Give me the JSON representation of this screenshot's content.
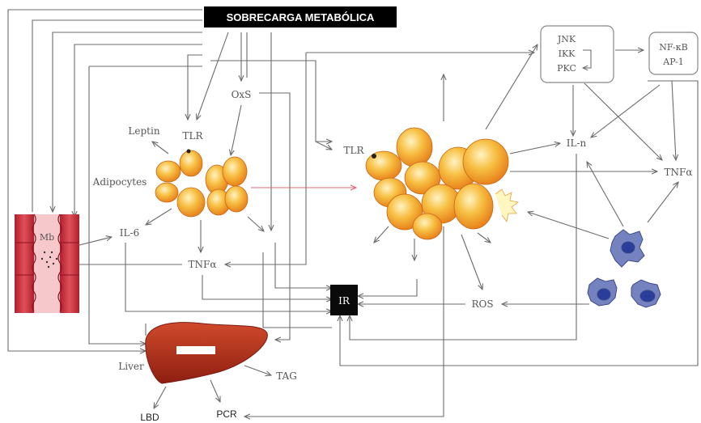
{
  "title": "SOBRECARGA METABÓLICA",
  "nodes": {
    "oxs": "OxS",
    "tlr_left": "TLR",
    "tlr_right": "TLR",
    "leptin": "Leptin",
    "adipocytes": "Adipocytes",
    "il6": "IL-6",
    "tnfa_center": "TNFα",
    "tnfa_right": "TNFα",
    "mb": "Mb",
    "ir": "IR",
    "ros": "ROS",
    "il_right": "IL-n",
    "kinases": [
      "JNK",
      "IKK",
      "PKC"
    ],
    "transcription": [
      "NF-κB",
      "AP-1"
    ],
    "liver": "Liver",
    "tag": "TAG",
    "lbd": "LBD",
    "pcr": "PCR"
  },
  "colors": {
    "banner": "#000000",
    "arrow": "#6b6b6b",
    "cell_fill": "#f5b830",
    "cell_light": "#fde6a0",
    "cell_dark": "#e07818",
    "liver": "#b8321c",
    "muscle": "#c8303a",
    "macrophage": "#6b7ab8",
    "pink_arrow": "#d86a7a"
  }
}
